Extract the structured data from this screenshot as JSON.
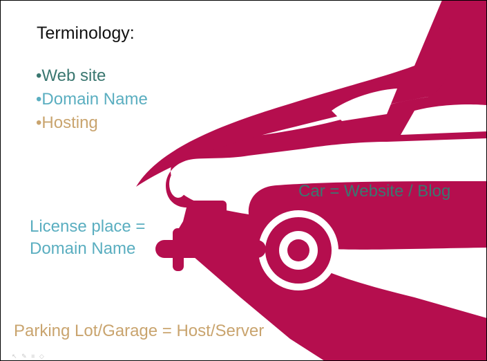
{
  "slide": {
    "heading": "Terminology:",
    "bullets": [
      {
        "text": "•Web site",
        "color": "#3a7770"
      },
      {
        "text": "•Domain Name",
        "color": "#5aaec0"
      },
      {
        "text": "•Hosting",
        "color": "#c9a46e"
      }
    ],
    "car_label": {
      "text": "Car = Website / Blog",
      "color": "#3a7770"
    },
    "license_label": {
      "line1": "License place =",
      "line2": "Domain Name",
      "color": "#5aaec0"
    },
    "parking_label": {
      "text": "Parking Lot/Garage = Host/Server",
      "color": "#c9a46e"
    },
    "tools_icons": [
      "pointer-icon",
      "pen-icon",
      "menu-icon",
      "navigate-icon"
    ],
    "colors": {
      "car": "#b50e4e",
      "background": "#ffffff"
    }
  }
}
